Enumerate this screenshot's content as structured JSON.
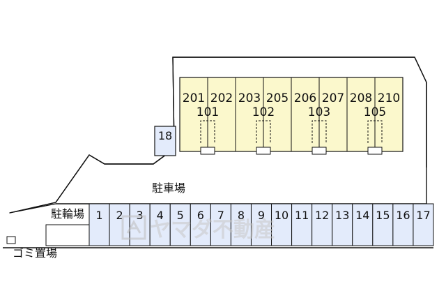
{
  "colors": {
    "outline": "#111111",
    "building_fill": "#fbf8cc",
    "parking_fill": "#e3ebfb",
    "watermark": "#c8c8c8"
  },
  "building": {
    "rooms_upper": [
      "201",
      "202",
      "203",
      "205",
      "206",
      "207",
      "208",
      "210"
    ],
    "rooms_lower": [
      "101",
      "102",
      "103",
      "105"
    ]
  },
  "parking": {
    "area_label": "駐車場",
    "spaces": [
      "1",
      "2",
      "3",
      "4",
      "5",
      "6",
      "7",
      "8",
      "9",
      "10",
      "11",
      "12",
      "13",
      "14",
      "15",
      "16",
      "17"
    ],
    "extra_space": "18"
  },
  "bicycle_parking": {
    "label": "駐輪場"
  },
  "garbage_area": {
    "label": "ゴミ置場"
  },
  "watermark": {
    "logo_text": "ヤマダ不動産"
  }
}
